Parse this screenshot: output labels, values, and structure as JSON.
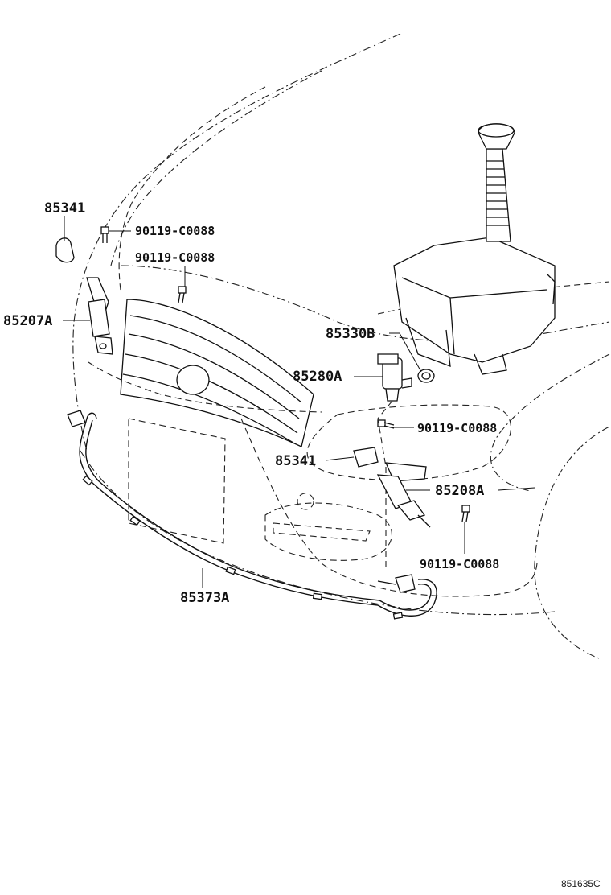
{
  "callouts": [
    {
      "id": "c1",
      "text": "85341"
    },
    {
      "id": "c2",
      "text": "90119-C0088"
    },
    {
      "id": "c3",
      "text": "90119-C0088"
    },
    {
      "id": "c4",
      "text": "85207A"
    },
    {
      "id": "c5",
      "text": "85330B"
    },
    {
      "id": "c6",
      "text": "85280A"
    },
    {
      "id": "c7",
      "text": "90119-C0088"
    },
    {
      "id": "c8",
      "text": "85341"
    },
    {
      "id": "c9",
      "text": "85208A"
    },
    {
      "id": "c10",
      "text": "90119-C0088"
    },
    {
      "id": "c11",
      "text": "85373A"
    }
  ],
  "reference_code": "851635C"
}
